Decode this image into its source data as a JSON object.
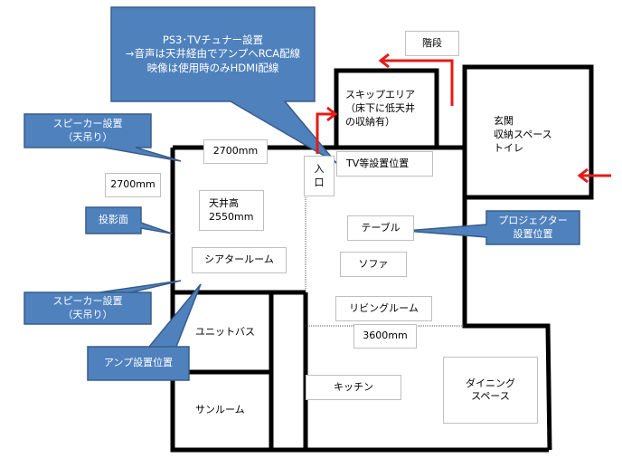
{
  "colors": {
    "callout_fill": "#4f81bd",
    "callout_border": "#385d8a",
    "wall": "#000000",
    "arrow": "#e41b17"
  },
  "callouts": {
    "ps3": "PS3･TVチュナー設置\n→音声は天井経由でアンプへRCA配線\n映像は使用時のみHDMI配線",
    "speaker_top": "スピーカー設置\n（天吊り）",
    "screen": "投影面",
    "projector": "プロジェクター\n設置位置",
    "speaker_bottom": "スピーカー設置\n（天吊り）",
    "amp": "アンプ設置位置"
  },
  "labels": {
    "dim_top": "2700mm",
    "dim_left": "2700mm",
    "ceiling": "天井高\n2550mm",
    "theater": "シアタールーム",
    "tv": "TV等設置位置",
    "table": "テーブル",
    "sofa": "ソファ",
    "living": "リビングルーム",
    "dim_bottom": "3600mm",
    "kitchen": "キッチン",
    "dining": "ダイニング\nスペース",
    "stairs": "階段",
    "entry": "入\n口",
    "skip": "スキップエリア\n（床下に低天井\nの収納有）",
    "genkan": "玄関\n収納スペース\nトイレ",
    "bath": "ユニットバス",
    "sunroom": "サンルーム"
  }
}
